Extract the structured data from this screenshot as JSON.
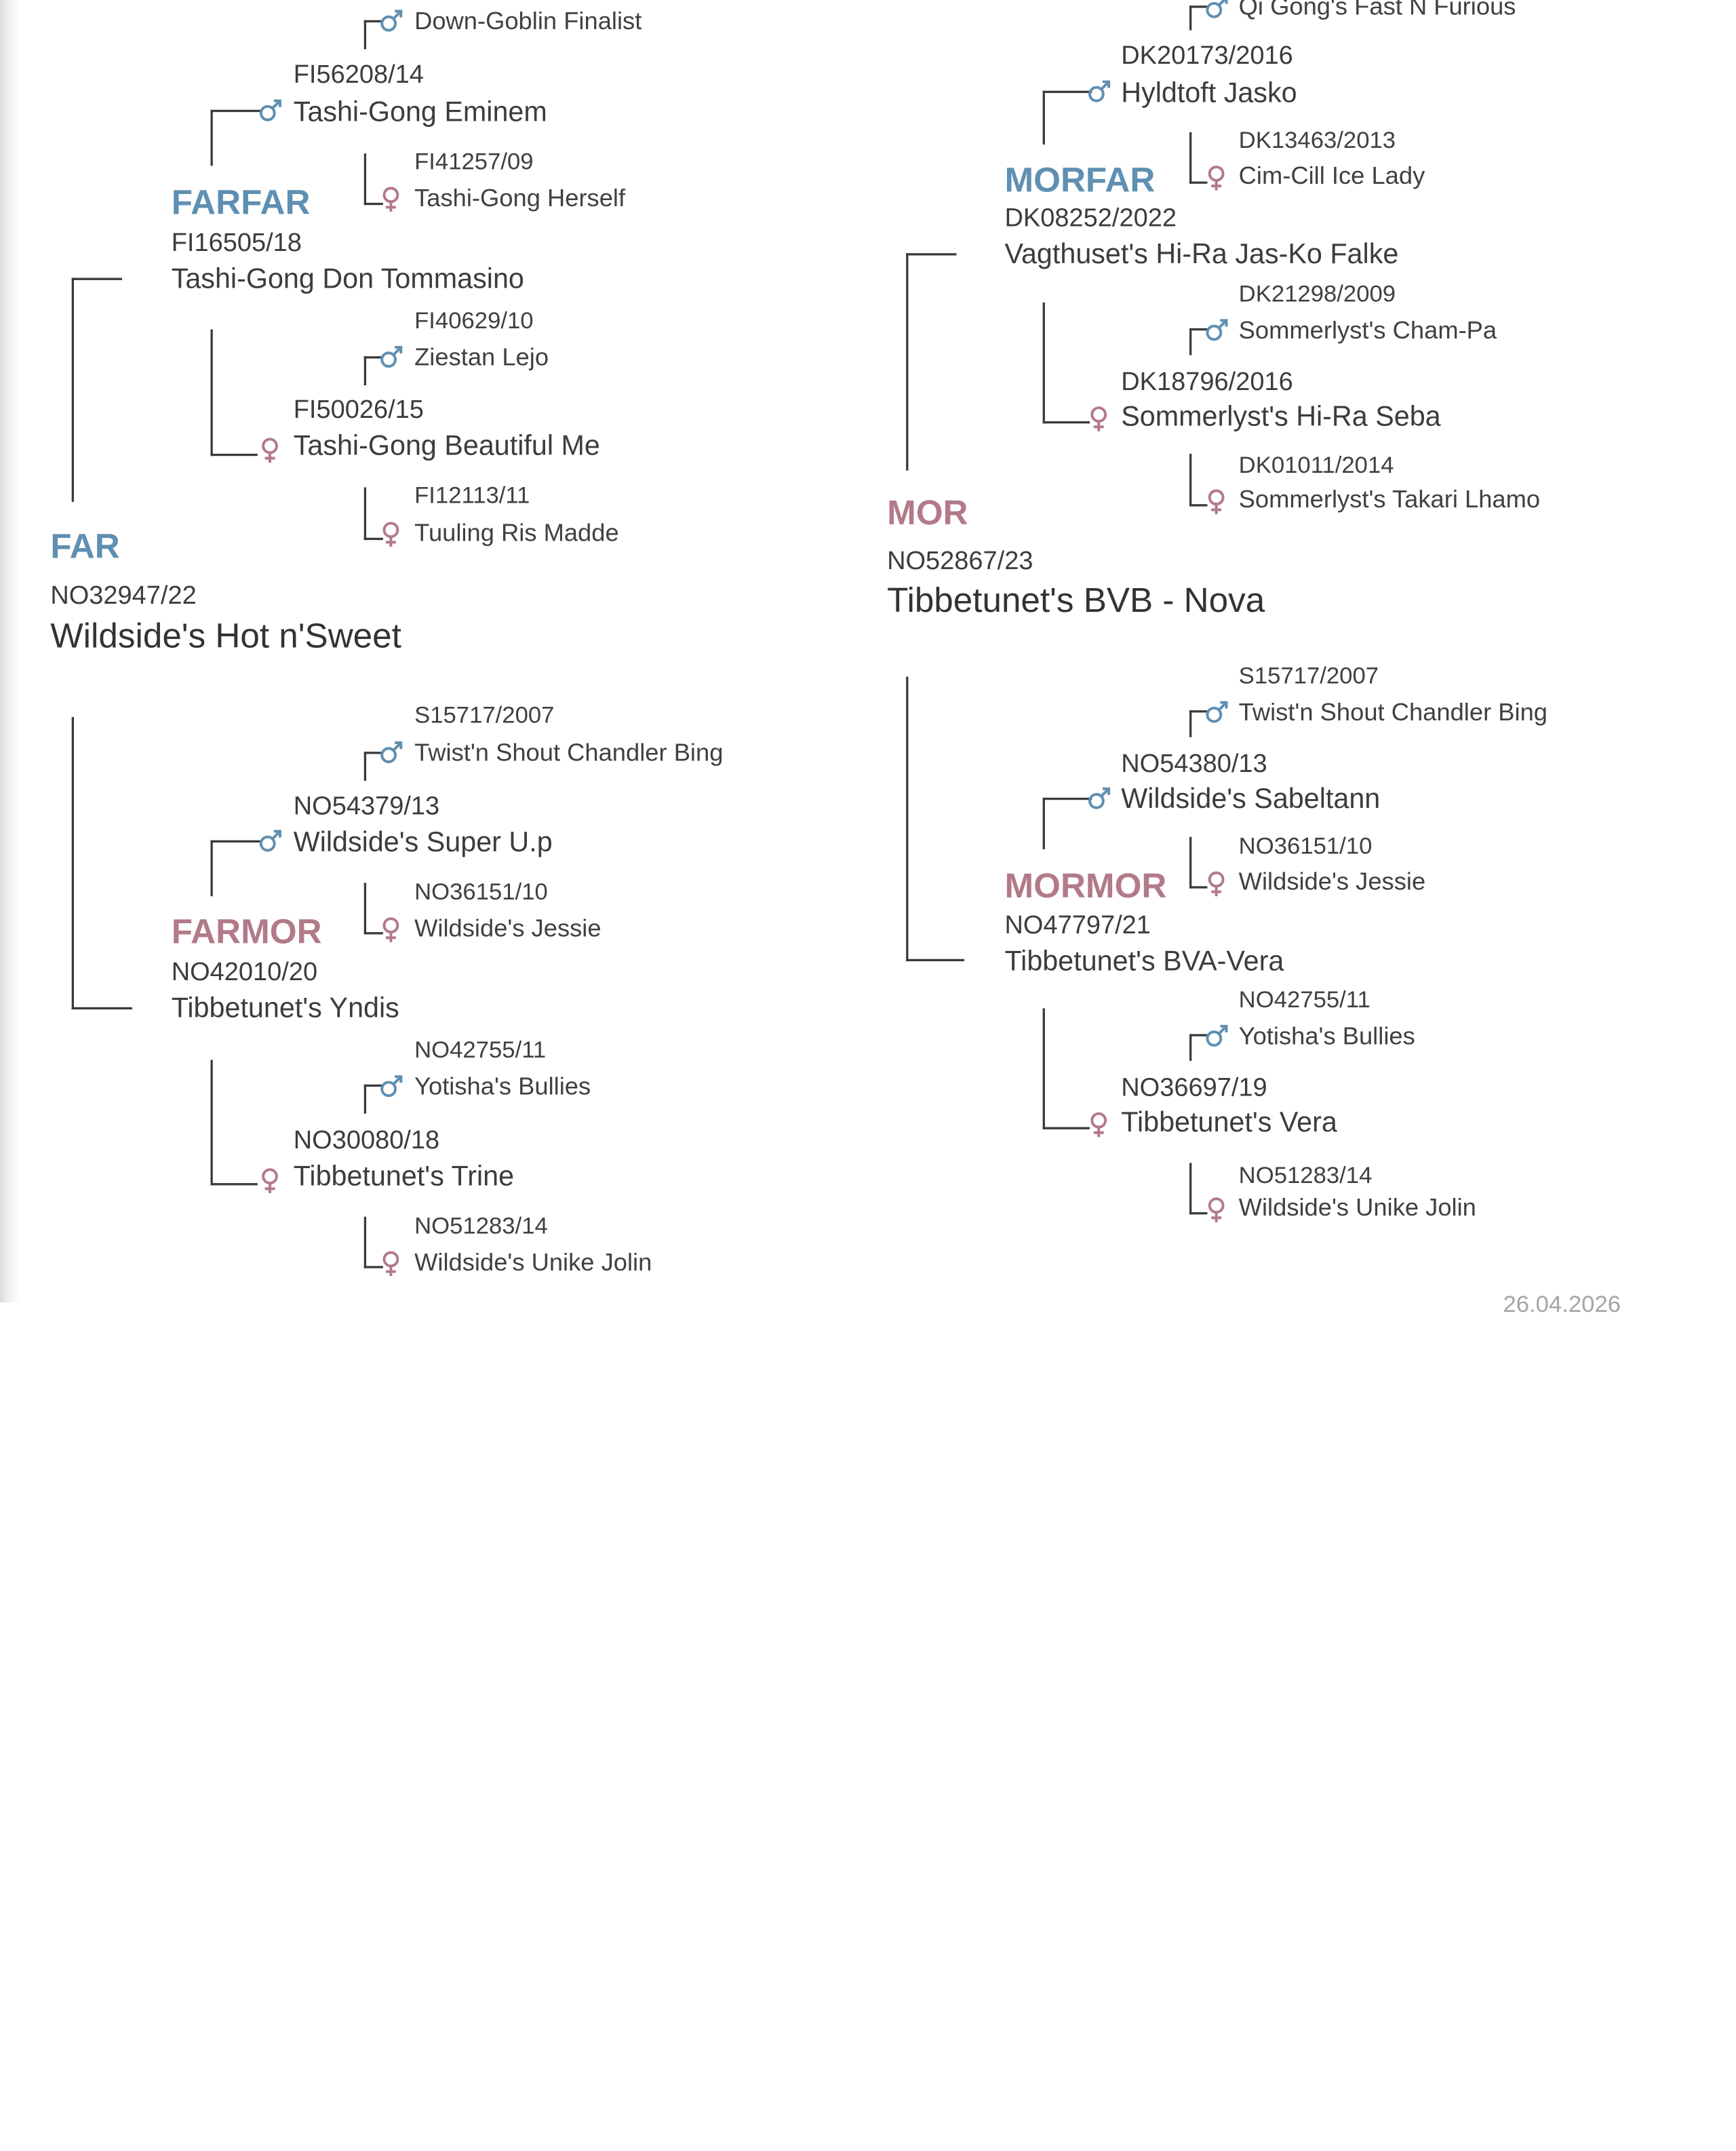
{
  "far": {
    "label": "FAR",
    "reg": "NO32947/22",
    "name": "Wildside's Hot n'Sweet"
  },
  "farfar": {
    "label": "FARFAR",
    "reg": "FI16505/18",
    "name": "Tashi-Gong Don Tommasino"
  },
  "farfar_far": {
    "reg": "FI56208/14",
    "name": "Tashi-Gong Eminem"
  },
  "farfar_far_far": {
    "name": "Down-Goblin Finalist"
  },
  "farfar_far_mor": {
    "reg": "FI41257/09",
    "name": "Tashi-Gong Herself"
  },
  "farfar_mor": {
    "reg": "FI50026/15",
    "name": "Tashi-Gong Beautiful Me"
  },
  "farfar_mor_far": {
    "reg": "FI40629/10",
    "name": "Ziestan Lejo"
  },
  "farfar_mor_mor": {
    "reg": "FI12113/11",
    "name": "Tuuling Ris Madde"
  },
  "farmor": {
    "label": "FARMOR",
    "reg": "NO42010/20",
    "name": "Tibbetunet's Yndis"
  },
  "farmor_far": {
    "reg": "NO54379/13",
    "name": "Wildside's Super U.p"
  },
  "farmor_far_far": {
    "reg": "S15717/2007",
    "name": "Twist'n Shout Chandler Bing"
  },
  "farmor_far_mor": {
    "reg": "NO36151/10",
    "name": "Wildside's Jessie"
  },
  "farmor_mor": {
    "reg": "NO30080/18",
    "name": "Tibbetunet's Trine"
  },
  "farmor_mor_far": {
    "reg": "NO42755/11",
    "name": "Yotisha's Bullies"
  },
  "farmor_mor_mor": {
    "reg": "NO51283/14",
    "name": "Wildside's Unike Jolin"
  },
  "mor": {
    "label": "MOR",
    "reg": "NO52867/23",
    "name": "Tibbetunet's BVB - Nova"
  },
  "morfar": {
    "label": "MORFAR",
    "reg": "DK08252/2022",
    "name": "Vagthuset's Hi-Ra Jas-Ko Falke"
  },
  "morfar_far": {
    "reg": "DK20173/2016",
    "name": "Hyldtoft Jasko"
  },
  "morfar_far_far": {
    "name": "Qi Gong's Fast N Furious"
  },
  "morfar_far_mor": {
    "reg": "DK13463/2013",
    "name": "Cim-Cill Ice Lady"
  },
  "morfar_mor": {
    "reg": "DK18796/2016",
    "name": "Sommerlyst's Hi-Ra Seba"
  },
  "morfar_mor_far": {
    "reg": "DK21298/2009",
    "name": "Sommerlyst's Cham-Pa"
  },
  "morfar_mor_mor": {
    "reg": "DK01011/2014",
    "name": "Sommerlyst's Takari Lhamo"
  },
  "mormor": {
    "label": "MORMOR",
    "reg": "NO47797/21",
    "name": "Tibbetunet's BVA-Vera"
  },
  "mormor_far": {
    "reg": "NO54380/13",
    "name": "Wildside's Sabeltann"
  },
  "mormor_far_far": {
    "reg": "S15717/2007",
    "name": "Twist'n Shout Chandler Bing"
  },
  "mormor_far_mor": {
    "reg": "NO36151/10",
    "name": "Wildside's Jessie"
  },
  "mormor_mor": {
    "reg": "NO36697/19",
    "name": "Tibbetunet's Vera"
  },
  "mormor_mor_far": {
    "reg": "NO42755/11",
    "name": "Yotisha's Bullies"
  },
  "mormor_mor_mor": {
    "reg": "NO51283/14",
    "name": "Wildside's Unike Jolin"
  },
  "footer": {
    "date": "26.04.2026"
  },
  "colors": {
    "male": "#5f8fb2",
    "female": "#b27a88",
    "text": "#3c3c3c",
    "date": "#a5a5a5"
  },
  "icons": {
    "male": "male-symbol-icon",
    "female": "female-symbol-icon"
  }
}
